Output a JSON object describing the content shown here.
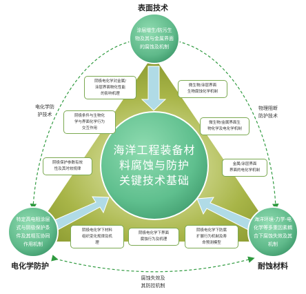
{
  "nodes": {
    "top": {
      "label": "表面技术",
      "lines": [
        "涂层增生/防污生",
        "物及其与金属界面",
        "的腐蚀及机制"
      ]
    },
    "left": {
      "label": "电化学防护",
      "lines": [
        "特定高电阻涂层",
        "式与阴极保护条",
        "件及其相互协同",
        "作用机制"
      ]
    },
    "right": {
      "label": "耐蚀材料",
      "lines": [
        "海洋环境-力学-电",
        "化学等多重因素耦",
        "合下腐蚀失效及其",
        "机制"
      ]
    }
  },
  "center": {
    "lines": [
      "海洋工程装备材",
      "料腐蚀与防护",
      "关键技术基础"
    ]
  },
  "edges": {
    "top_left": [
      "电化学防",
      "护技术"
    ],
    "top_right": [
      "物理阻断",
      "防护技术"
    ],
    "bottom": [
      "腐蚀失效及",
      "其防控机制"
    ]
  },
  "boxes": {
    "top_left": [
      "阴极电化学对金属/",
      "涂层界面物化性能",
      "的影响机理"
    ],
    "left_mid": [
      "阴极条件与生物化",
      "学与界面化学行为",
      "交互作用"
    ],
    "left_low": [
      "阴极保护参数有效",
      "性及其时效规律"
    ],
    "top_right": [
      "微生物/涂层界面",
      "生物腐蚀化学机制"
    ],
    "right_mid": [
      "微生物/金属界面生",
      "物化学及电化学机制"
    ],
    "right_low": [
      "金属/涂层界面",
      "界面的电化学机制"
    ],
    "bottom_left": [
      "阴极电化学下材料",
      "组织变化规律及机",
      "理"
    ],
    "bottom_mid": [
      "阴极电化学下界面",
      "腐蚀行为及机理"
    ],
    "bottom_right": [
      "阴极电化学下防腐",
      "扩展行为机制及寿",
      "命预测模型"
    ]
  },
  "colors": {
    "triangle": "#8a9a2a",
    "circle": "#5fb98a",
    "arrow": "#b0dbe6",
    "edge_arrow": "#2f9a3f",
    "box_border": "#7aa850"
  }
}
